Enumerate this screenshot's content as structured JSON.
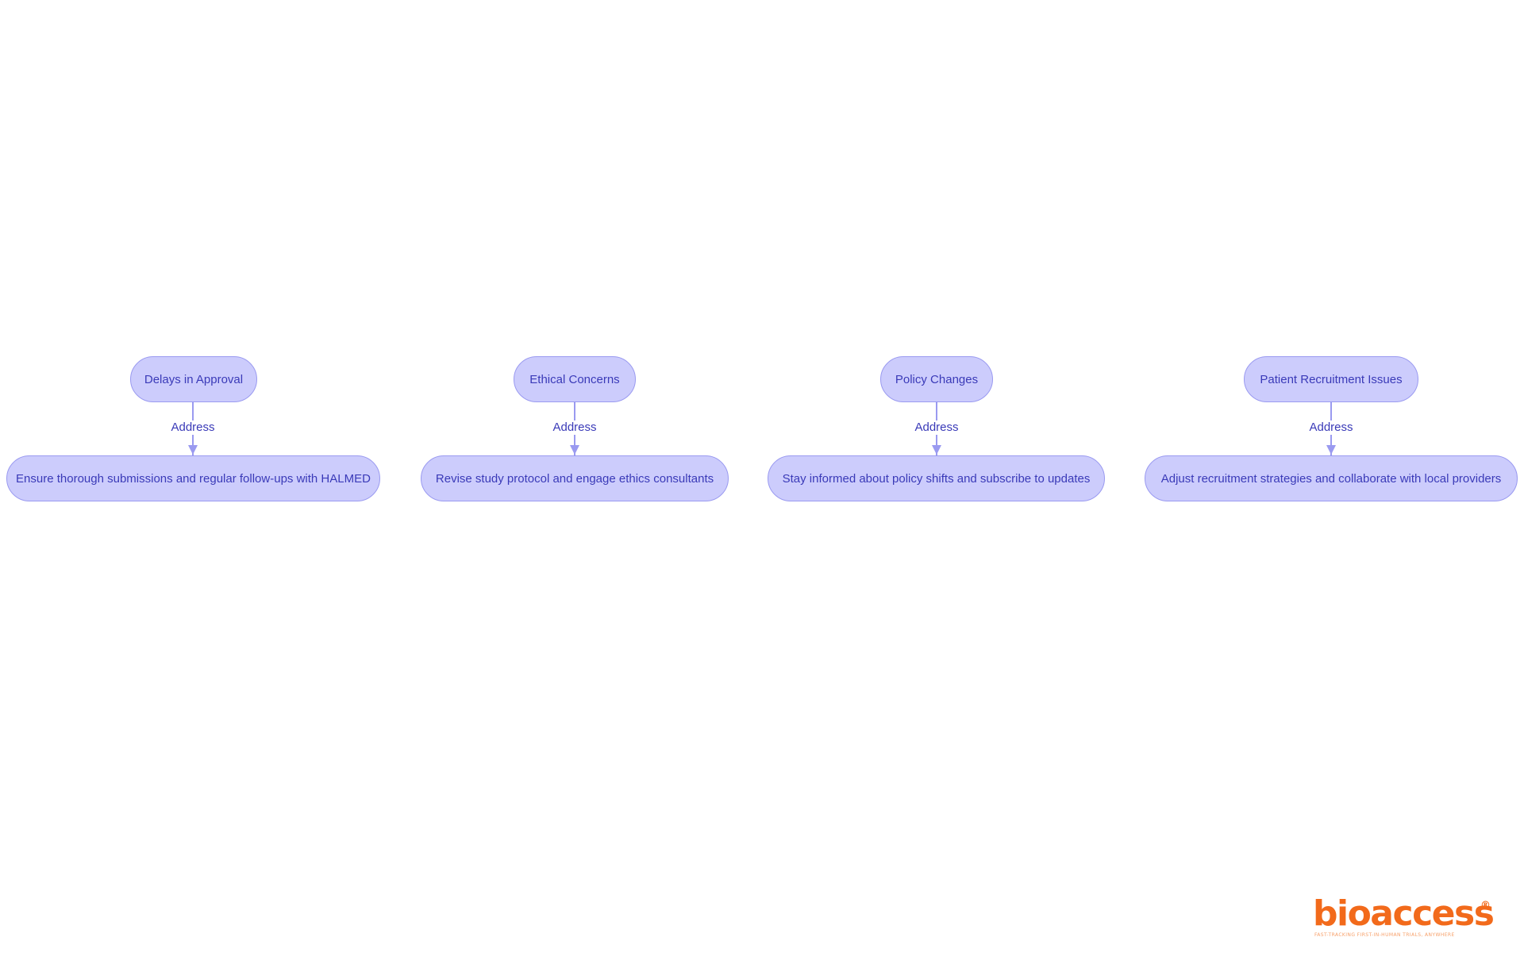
{
  "diagram": {
    "columns": [
      {
        "problem": "Delays in Approval",
        "edge_label": "Address",
        "solution": "Ensure thorough submissions and regular follow-ups with HALMED"
      },
      {
        "problem": "Ethical Concerns",
        "edge_label": "Address",
        "solution": "Revise study protocol and engage ethics consultants"
      },
      {
        "problem": "Policy Changes",
        "edge_label": "Address",
        "solution": "Stay informed about policy shifts and subscribe to updates"
      },
      {
        "problem": "Patient Recruitment Issues",
        "edge_label": "Address",
        "solution": "Adjust recruitment strategies and collaborate with local providers"
      }
    ]
  },
  "logo": {
    "wordmark": "bioaccess",
    "registered": "®",
    "tagline": "FAST-TRACKING FIRST-IN-HUMAN TRIALS, ANYWHERE"
  },
  "colors": {
    "node_fill": "#ccccfc",
    "node_border": "#9a9af0",
    "node_text": "#3a3ab8",
    "edge": "#9a9af0",
    "logo": "#f26a1b"
  }
}
